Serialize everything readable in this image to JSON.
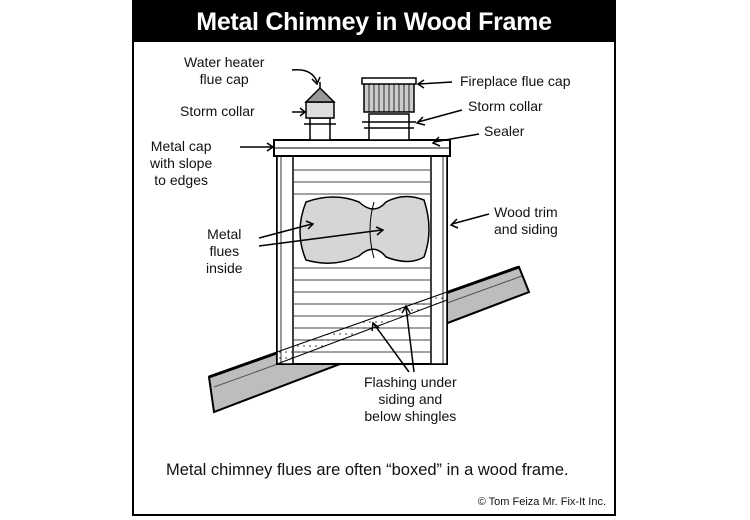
{
  "title": "Metal Chimney in Wood Frame",
  "labels": {
    "water_heater_flue_cap": "Water heater\nflue cap",
    "storm_collar_left": "Storm collar",
    "metal_cap": "Metal cap\nwith slope\nto edges",
    "metal_flues": "Metal\nflues\ninside",
    "fireplace_flue_cap": "Fireplace flue cap",
    "storm_collar_right": "Storm collar",
    "sealer": "Sealer",
    "wood_trim": "Wood trim\nand siding",
    "flashing": "Flashing under\nsiding and\nbelow shingles"
  },
  "caption": "Metal chimney flues are often “boxed” in a wood frame.",
  "copyright": "© Tom Feiza Mr. Fix-It Inc."
}
